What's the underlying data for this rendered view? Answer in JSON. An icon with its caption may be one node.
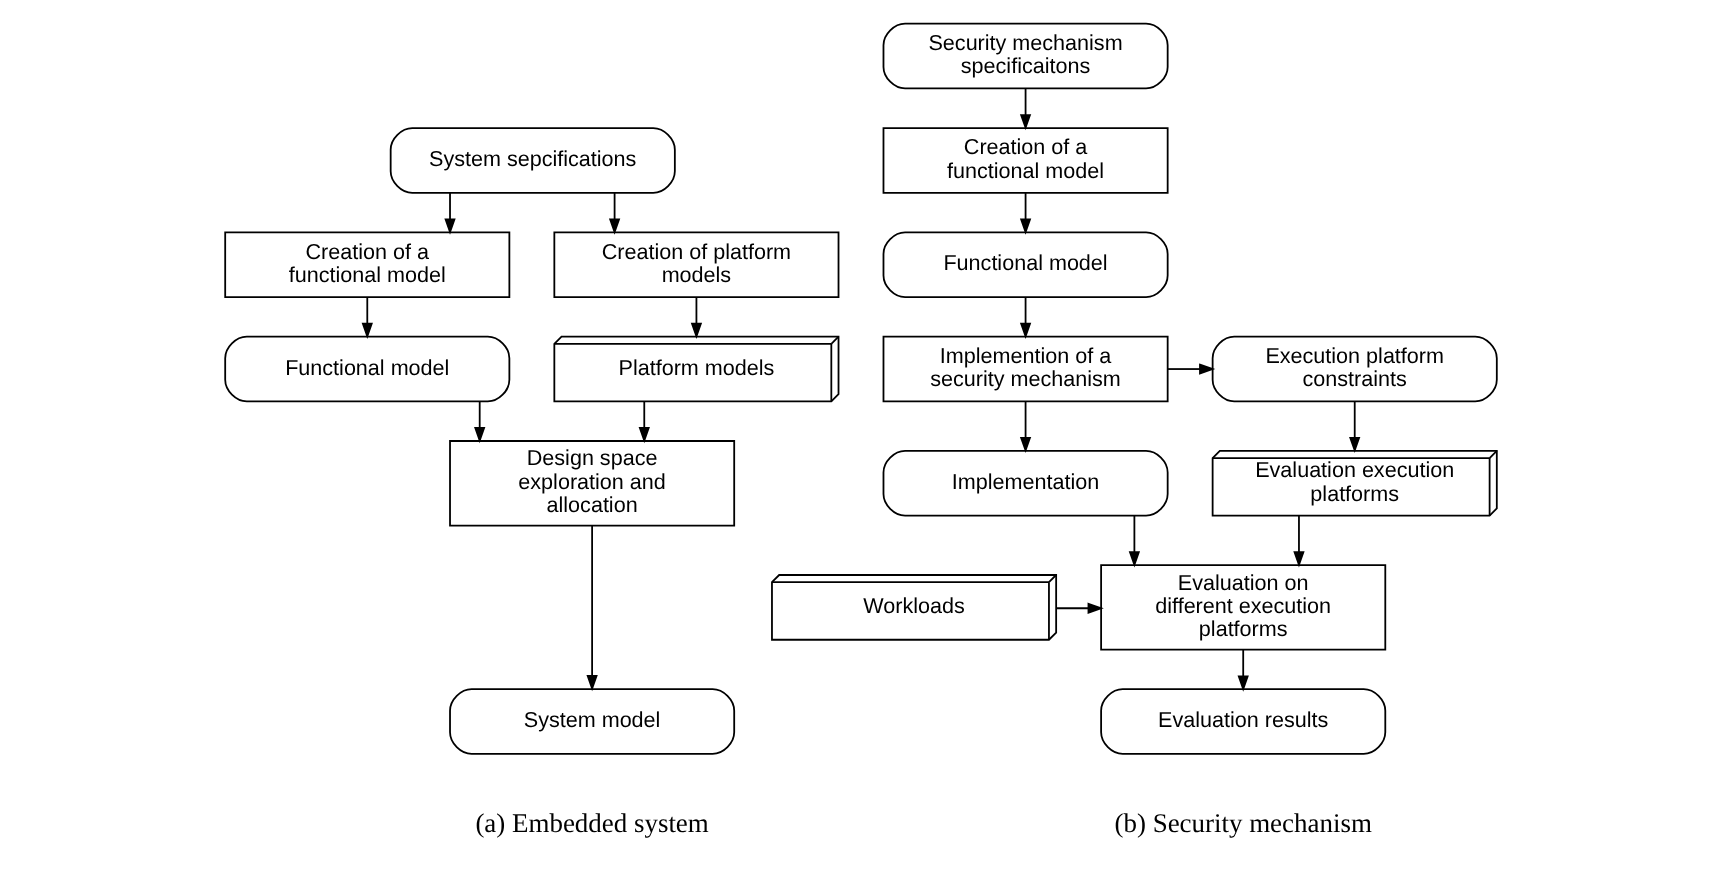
{
  "diagram": {
    "nodes": [
      {
        "text": [
          "System sepcifications"
        ]
      },
      {
        "text": [
          "Creation of a functional model"
        ]
      },
      {
        "text": [
          "Creation of platform models"
        ]
      },
      {
        "text": [
          "Functional model"
        ]
      },
      {
        "text": [
          "Platform models"
        ]
      },
      {
        "text": [
          "Design space exploration and allocation"
        ]
      },
      {
        "text": [
          "System model"
        ]
      },
      {
        "text": [
          "Security mechanism specificaitons"
        ]
      },
      {
        "text": [
          "Creation of a functional model"
        ]
      },
      {
        "text": [
          "Functional model"
        ]
      },
      {
        "text": [
          "Execution platform constraints"
        ]
      },
      {
        "text": [
          "Implemention of a security mechanism"
        ]
      },
      {
        "text": [
          "Evaluation execution platforms"
        ]
      },
      {
        "text": [
          "Implementation"
        ]
      },
      {
        "text": [
          "Workloads"
        ]
      },
      {
        "text": [
          "Evaluation on different execution platforms"
        ]
      },
      {
        "text": [
          "Evaluation results"
        ]
      }
    ],
    "edges": [
      {
        "from": 0,
        "to": 1,
        "arrow": "to"
      },
      {
        "from": 0,
        "to": 2,
        "arrow": "to"
      },
      {
        "from": 1,
        "to": 3,
        "arrow": "to"
      },
      {
        "from": 2,
        "to": 4,
        "arrow": "to"
      },
      {
        "from": 3,
        "to": 5,
        "arrow": "to"
      },
      {
        "from": 4,
        "to": 5,
        "arrow": "to"
      },
      {
        "from": 5,
        "to": 6,
        "arrow": "to"
      },
      {
        "from": 7,
        "to": 8,
        "arrow": "to"
      },
      {
        "from": 8,
        "to": 9,
        "arrow": "to"
      },
      {
        "from": 9,
        "to": 11,
        "arrow": "to"
      },
      {
        "from": 11,
        "to": 10,
        "arrow": "to"
      },
      {
        "from": 11,
        "to": 13,
        "arrow": "to"
      },
      {
        "from": 10,
        "to": 12,
        "arrow": "to"
      },
      {
        "from": 13,
        "to": 15,
        "arrow": "to"
      },
      {
        "from": 12,
        "to": 15,
        "arrow": "to"
      },
      {
        "from": 14,
        "to": 15,
        "arrow": "to"
      },
      {
        "from": 15,
        "to": 16,
        "arrow": "to"
      }
    ],
    "labels": [
      "(a) Embedded system",
      "(b) Security mechanism"
    ]
  }
}
